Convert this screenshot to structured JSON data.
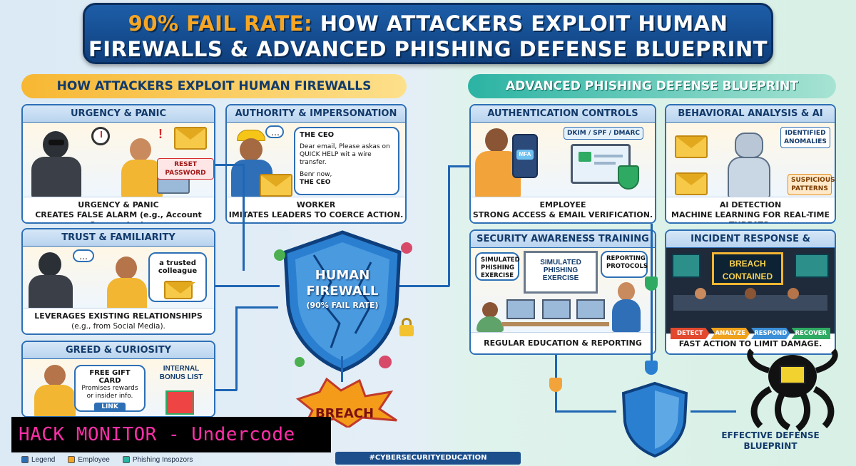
{
  "title": {
    "line1_accent": "90% FAIL RATE:",
    "line1_rest": "HOW ATTACKERS EXPLOIT HUMAN",
    "line2": "FIREWALLS & ADVANCED PHISHING DEFENSE BLUEPRINT"
  },
  "left_section": {
    "heading": "HOW ATTACKERS EXPLOIT HUMAN FIREWALLS",
    "panels": {
      "urgency": {
        "title": "URGENCY & PANIC",
        "tag": "RESET PASSWORD",
        "caption1": "URGENCY & PANIC",
        "caption2": "CREATES FALSE ALARM (e.g., Account Suspension)."
      },
      "authority": {
        "title": "AUTHORITY & IMPERSONATION",
        "email_from": "THE CEO",
        "email_body": "Dear email, Please askas on QUICK HELP wit a wire transfer.",
        "email_sign1": "Benr now,",
        "email_sign2": "THE CEO",
        "caption1": "WORKER",
        "caption2": "IMITATES LEADERS TO COERCE ACTION."
      },
      "trust": {
        "title": "TRUST & FAMILIARITY",
        "bubble": "a trusted colleague",
        "caption1": "LEVERAGES EXISTING RELATIONSHIPS",
        "caption2": "(e.g., from Social Media)."
      },
      "greed": {
        "title": "GREED & CURIOSITY",
        "card_title": "FREE GIFT CARD",
        "card_body": "Promises rewards or insider info.",
        "link": "LINK",
        "bonus": "INTERNAL BONUS LIST"
      }
    }
  },
  "center": {
    "shield_line1": "HUMAN",
    "shield_line2": "FIREWALL",
    "shield_line3": "(90% FAIL RATE)",
    "breach": "BREACH"
  },
  "right_section": {
    "heading": "ADVANCED PHISHING DEFENSE BLUEPRINT",
    "panels": {
      "auth": {
        "title": "AUTHENTICATION CONTROLS",
        "phone": "MFA",
        "tag": "DKIM / SPF / DMARC",
        "caption1": "EMPLOYEE",
        "caption2": "STRONG ACCESS & EMAIL VERIFICATION."
      },
      "behavioral": {
        "title": "BEHAVIORAL ANALYSIS & AI",
        "tag1": "IDENTIFIED ANOMALIES",
        "tag2": "SUSPICIOUS PATTERNS",
        "caption1": "AI DETECTION",
        "caption2": "MACHINE LEARNING FOR REAL-TIME THREATS."
      },
      "training": {
        "title": "SECURITY AWARENESS TRAINING",
        "tag1": "SIMULATED PHISHING EXERCISE",
        "board": "SIMULATED PHISHING EXERCISE",
        "tag2": "REPORTING PROTOCOLS",
        "caption": "REGULAR EDUCATION & REPORTING DRILLS."
      },
      "incident": {
        "title": "INCIDENT RESPONSE & REMEDIATION",
        "screen": "BREACH CONTAINED",
        "stages": [
          "DETECT",
          "ANALYZE",
          "RESPOND",
          "RECOVER"
        ],
        "caption": "FAST ACTION TO LIMIT DAMAGE."
      }
    },
    "final_line1": "EFFECTIVE DEFENSE",
    "final_line2": "BLUEPRINT"
  },
  "watermark": "HACK MONITOR - Undercode",
  "legend": [
    {
      "label": "Legend",
      "color": "#2d6fb5"
    },
    {
      "label": "Employee",
      "color": "#f6a623"
    },
    {
      "label": "Phishing Inspozors",
      "color": "#2bb3a3"
    }
  ],
  "hashtags": "#CYBERSECURITYEDUCATION #PHISHINGDEFENSE",
  "colors": {
    "brand_blue": "#1d5ea8",
    "accent_orange": "#f6a623",
    "teal": "#2bb3a3",
    "stage_colors": [
      "#e2492f",
      "#f0a21c",
      "#3b8fd9",
      "#2faa63"
    ]
  }
}
